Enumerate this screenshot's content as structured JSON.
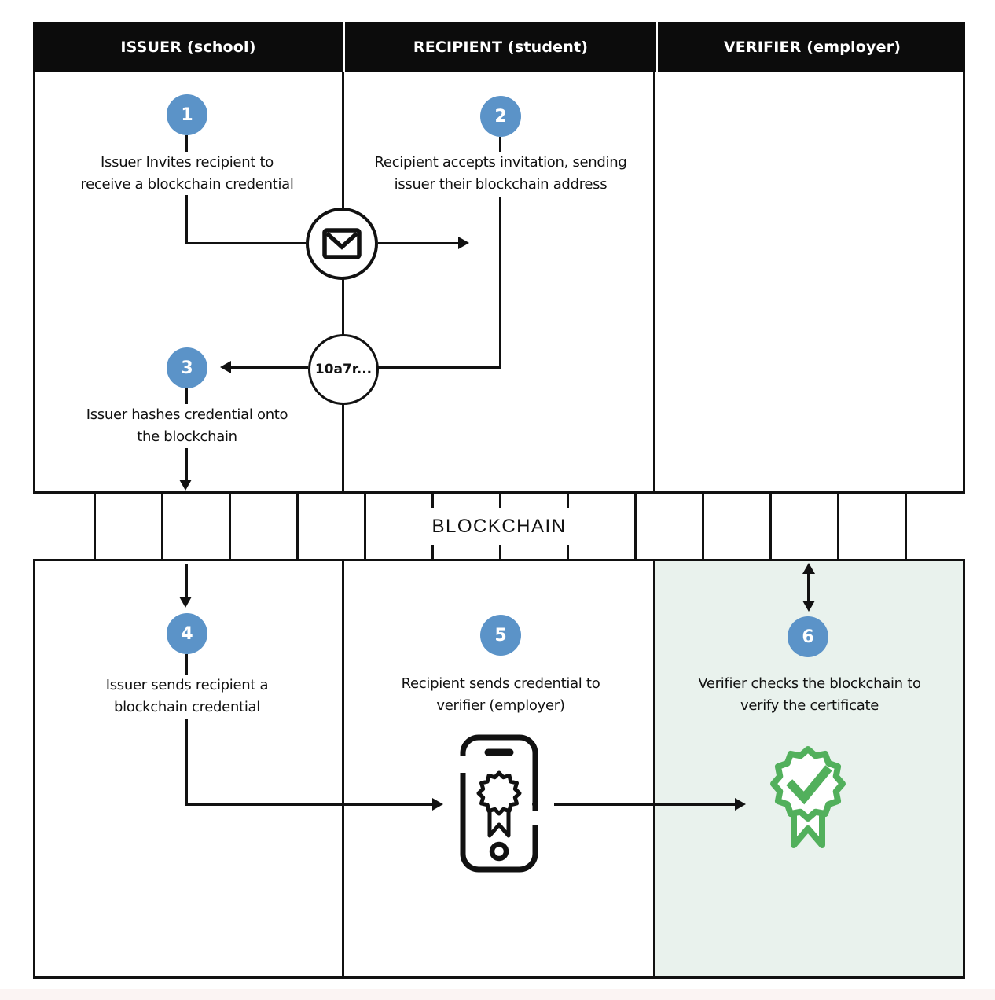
{
  "header": {
    "columns": [
      {
        "label": "ISSUER (school)"
      },
      {
        "label": "RECIPIENT (student)"
      },
      {
        "label": "VERIFIER (employer)"
      }
    ]
  },
  "steps": [
    {
      "number": "1",
      "lines": [
        "Issuer Invites recipient to",
        "receive a blockchain credential"
      ]
    },
    {
      "number": "2",
      "lines": [
        "Recipient accepts invitation, sending",
        "issuer their blockchain address"
      ]
    },
    {
      "number": "3",
      "lines": [
        "Issuer hashes credential onto",
        "the blockchain"
      ]
    },
    {
      "number": "4",
      "lines": [
        "Issuer sends recipient a",
        "blockchain credential"
      ]
    },
    {
      "number": "5",
      "lines": [
        "Recipient sends credential to",
        "verifier (employer)"
      ]
    },
    {
      "number": "6",
      "lines": [
        "Verifier checks the blockchain to",
        "verify the certificate"
      ]
    }
  ],
  "blockchain": {
    "label": "BLOCKCHAIN"
  },
  "hash_node": {
    "label": "10a7r..."
  },
  "icons": {
    "envelope": "envelope-icon",
    "phone": "smartphone-credential-icon",
    "badge": "verified-check-badge-icon"
  },
  "colors": {
    "step_circle_blue": "#5b93c8",
    "badge_green": "#52b05c",
    "verifier_panel_mint": "#e9f2ed",
    "line_black": "#111111",
    "header_bg": "#0c0c0c"
  }
}
